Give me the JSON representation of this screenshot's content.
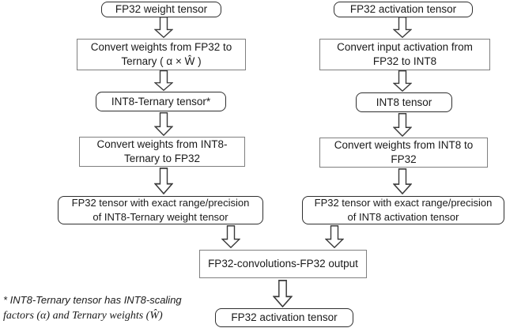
{
  "left_column": {
    "box1": "FP32 weight tensor",
    "box2": {
      "line1": "Convert weights from FP32 to",
      "line2": "Ternary ( α × Ŵ )"
    },
    "box3": "INT8-Ternary tensor*",
    "box4": {
      "line1": "Convert weights from INT8-",
      "line2": "Ternary to FP32"
    },
    "box5": {
      "line1": "FP32 tensor with exact range/precision",
      "line2": "of INT8-Ternary weight tensor"
    }
  },
  "right_column": {
    "box1": "FP32 activation tensor",
    "box2": {
      "line1": "Convert input activation from",
      "line2": "FP32 to INT8"
    },
    "box3": "INT8 tensor",
    "box4": {
      "line1": "Convert weights from INT8 to",
      "line2": "FP32"
    },
    "box5": {
      "line1": "FP32 tensor with exact range/precision",
      "line2": "of INT8 activation tensor"
    }
  },
  "merge": {
    "conv_box": "FP32-convolutions-FP32 output",
    "output_box": "FP32 activation tensor"
  },
  "footnote": {
    "line1": "* INT8-Ternary tensor has INT8-scaling",
    "line2": "factors (α) and Ternary weights (Ŵ)"
  },
  "colors": {
    "background": "#ffffff",
    "text": "#1a1a1a",
    "rounded_box_border": "#2f2f2f",
    "rect_box_border": "#7f7f7f",
    "arrow_outline": "#3a3a3a"
  }
}
